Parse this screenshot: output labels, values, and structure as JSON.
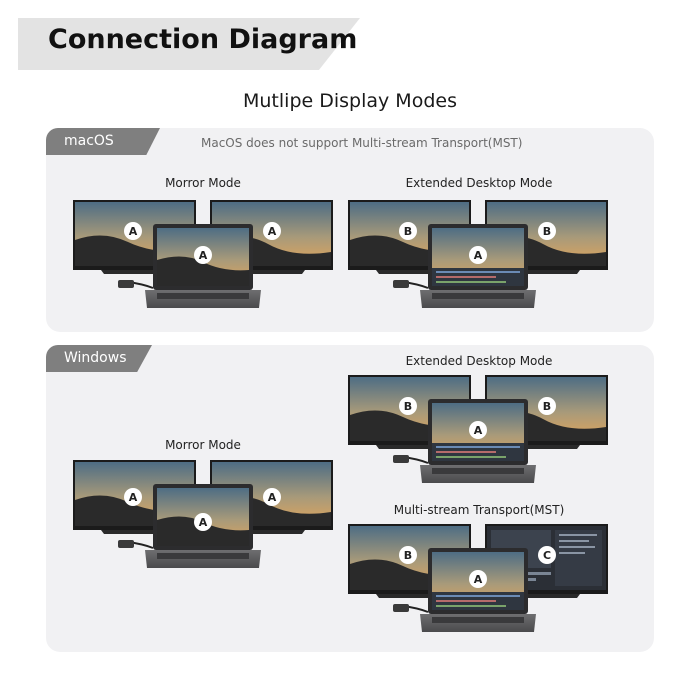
{
  "header": {
    "title": "Connection Diagram"
  },
  "subtitle": "Mutlipe Display Modes",
  "macos": {
    "tab": "macOS",
    "note": "MacOS does not support Multi-stream Transport(MST)",
    "mirror": {
      "label": "Morror Mode",
      "left": "A",
      "right": "A",
      "laptop": "A"
    },
    "extended": {
      "label": "Extended Desktop Mode",
      "left": "B",
      "right": "B",
      "laptop": "A"
    }
  },
  "windows": {
    "tab": "Windows",
    "mirror": {
      "label": "Morror Mode",
      "left": "A",
      "right": "A",
      "laptop": "A"
    },
    "extended": {
      "label": "Extended Desktop Mode",
      "left": "B",
      "right": "B",
      "laptop": "A"
    },
    "mst": {
      "label": "Multi-stream Transport(MST)",
      "left": "B",
      "right": "C",
      "laptop": "A"
    }
  }
}
